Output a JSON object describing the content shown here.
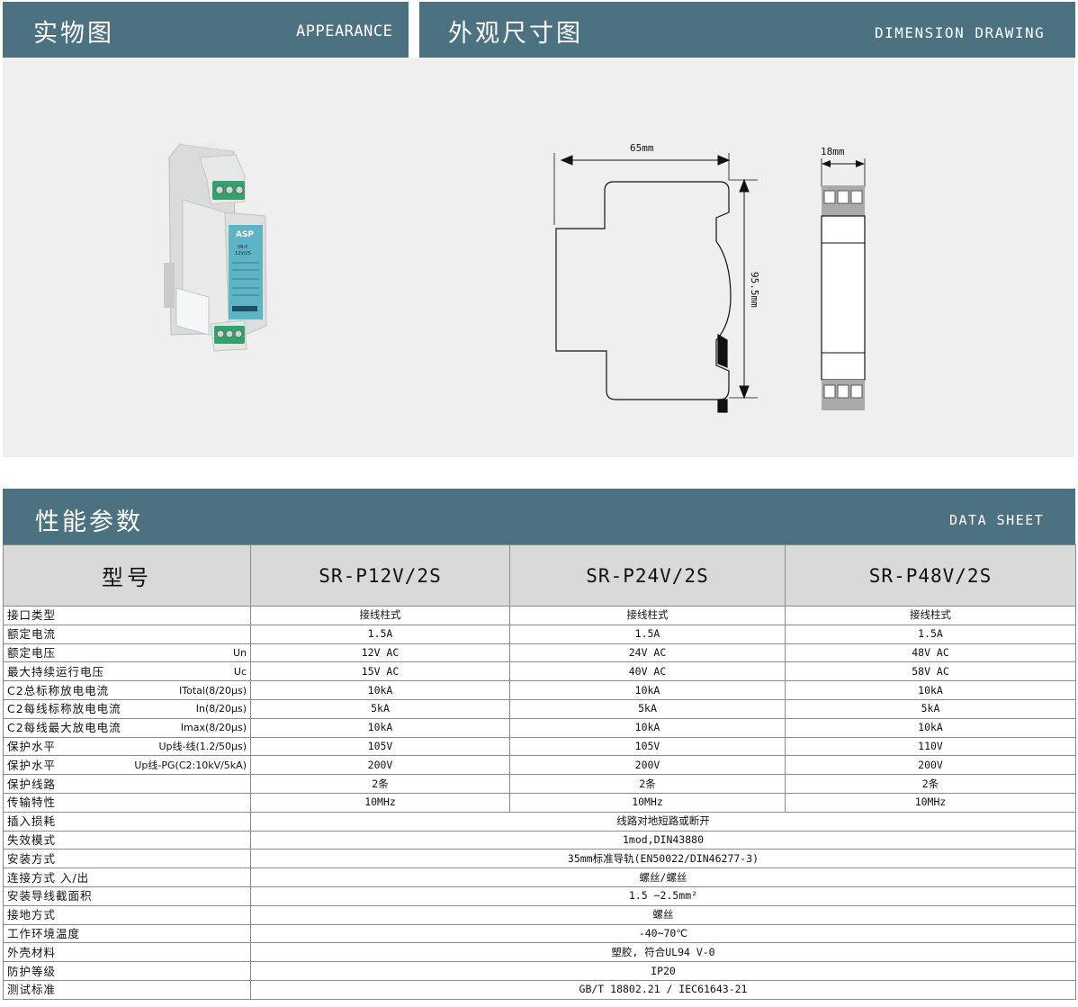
{
  "header_left": {
    "title_cn": "实物图",
    "title_en": "APPEARANCE"
  },
  "header_right": {
    "title_cn": "外观尺寸图",
    "title_en": "DIMENSION DRAWING"
  },
  "product_label": {
    "brand": "ASP",
    "model": "SR-P",
    "variant": "12V/2S"
  },
  "dimensions": {
    "width_label": "65mm",
    "height_label": "95.5mm",
    "depth_label": "18mm"
  },
  "datasheet_header": {
    "title_cn": "性能参数",
    "title_en": "DATA SHEET"
  },
  "table": {
    "col_header": "型号",
    "models": [
      "SR-P12V/2S",
      "SR-P24V/2S",
      "SR-P48V/2S"
    ],
    "rows": [
      {
        "label": "接口类型",
        "symbol": "",
        "values": [
          "接线柱式",
          "接线柱式",
          "接线柱式"
        ]
      },
      {
        "label": "额定电流",
        "symbol": "",
        "values": [
          "1.5A",
          "1.5A",
          "1.5A"
        ]
      },
      {
        "label": "额定电压",
        "symbol": "Un",
        "values": [
          "12V AC",
          "24V AC",
          "48V AC"
        ]
      },
      {
        "label": "最大持续运行电压",
        "symbol": "Uc",
        "values": [
          "15V AC",
          "40V AC",
          "58V AC"
        ]
      },
      {
        "label": "C2总标称放电电流",
        "symbol": "ITotal(8/20μs)",
        "values": [
          "10kA",
          "10kA",
          "10kA"
        ]
      },
      {
        "label": "C2每线标称放电电流",
        "symbol": "In(8/20μs)",
        "values": [
          "5kA",
          "5kA",
          "5kA"
        ]
      },
      {
        "label": "C2每线最大放电电流",
        "symbol": "Imax(8/20μs)",
        "values": [
          "10kA",
          "10kA",
          "10kA"
        ]
      },
      {
        "label": "保护水平",
        "symbol": "Up线-线(1.2/50μs)",
        "values": [
          "105V",
          "105V",
          "110V"
        ]
      },
      {
        "label": "保护水平",
        "symbol": "Up线-PG(C2:10kV/5kA)",
        "values": [
          "200V",
          "200V",
          "200V"
        ]
      },
      {
        "label": "保护线路",
        "symbol": "",
        "values": [
          "2条",
          "2条",
          "2条"
        ]
      },
      {
        "label": "传输特性",
        "symbol": "",
        "values": [
          "10MHz",
          "10MHz",
          "10MHz"
        ]
      }
    ],
    "merged_rows": [
      {
        "label": "插入损耗",
        "value": "线路对地短路或断开"
      },
      {
        "label": "失效模式",
        "value": "1mod,DIN43880"
      },
      {
        "label": "安装方式",
        "value": "35mm标准导轨(EN50022/DIN46277-3)"
      },
      {
        "label": "连接方式 入/出",
        "value": "螺丝/螺丝"
      },
      {
        "label": "安装导线截面积",
        "value": "1.5 ~2.5mm²"
      },
      {
        "label": "接地方式",
        "value": "螺丝"
      },
      {
        "label": "工作环境温度",
        "value": "-40~70℃"
      },
      {
        "label": "外壳材料",
        "value": "塑胶, 符合UL94 V-0"
      },
      {
        "label": "防护等级",
        "value": "IP20"
      },
      {
        "label": "测试标准",
        "value": "GB/T 18802.21 / IEC61643-21"
      }
    ]
  },
  "colors": {
    "header_bar": "#4c7180",
    "panel": "#efefef",
    "table_head": "#d9d9d9",
    "terminal_green": "#2fa36b",
    "label_teal": "#5fb3c6"
  }
}
